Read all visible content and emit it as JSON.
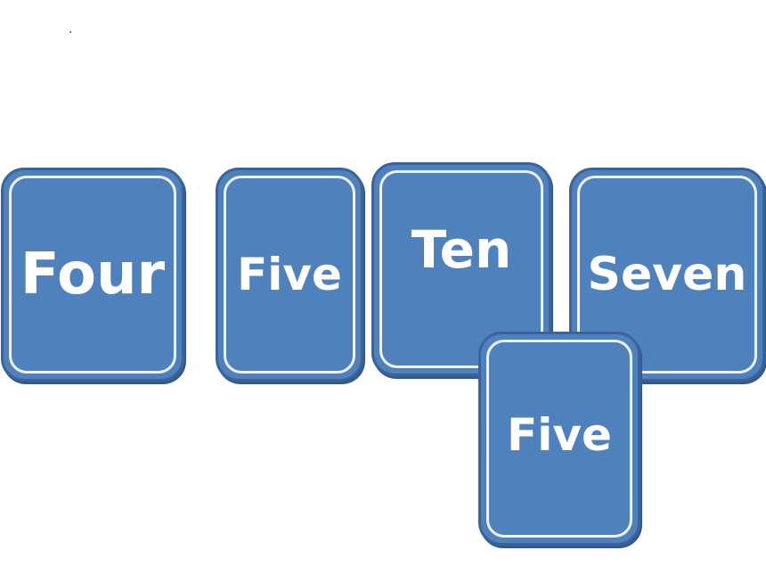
{
  "colors": {
    "card_fill": "#4f81bd",
    "card_border": "#3b639b",
    "card_inner_border": "#eef2f8",
    "card_text": "#ffffff",
    "background": "#ffffff"
  },
  "cards": [
    {
      "label": "Four"
    },
    {
      "label": "Five"
    },
    {
      "label": "Ten"
    },
    {
      "label": "Seven"
    },
    {
      "label": "Five"
    }
  ]
}
